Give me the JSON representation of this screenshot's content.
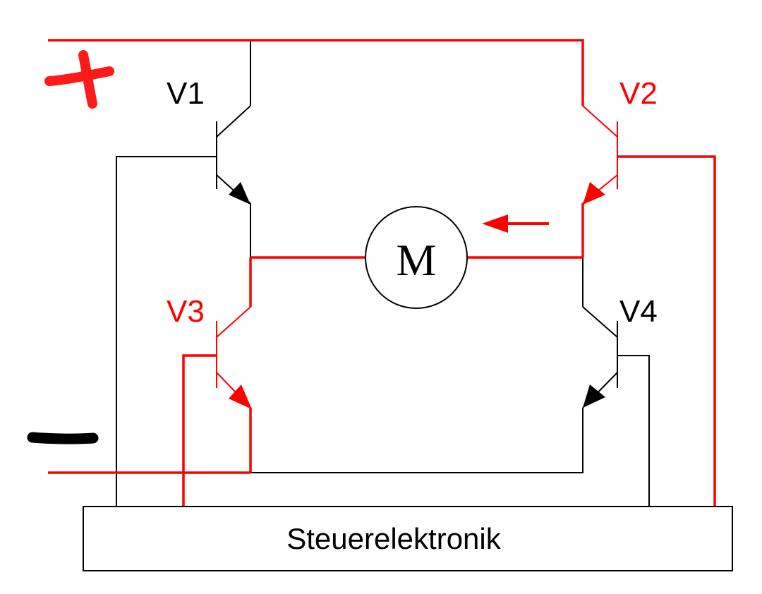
{
  "colors": {
    "active": "#ff0000",
    "inactive": "#000000",
    "background": "#ffffff"
  },
  "transistors": [
    {
      "id": "V1",
      "label": "V1",
      "state": "inactive"
    },
    {
      "id": "V2",
      "label": "V2",
      "state": "active"
    },
    {
      "id": "V3",
      "label": "V3",
      "state": "active"
    },
    {
      "id": "V4",
      "label": "V4",
      "state": "inactive"
    }
  ],
  "motor": {
    "label": "M"
  },
  "control": {
    "label": "Steuerelektronik"
  },
  "current_direction": "left",
  "supply": {
    "positive_symbol": "plus-sign",
    "negative_symbol": "minus-sign"
  }
}
